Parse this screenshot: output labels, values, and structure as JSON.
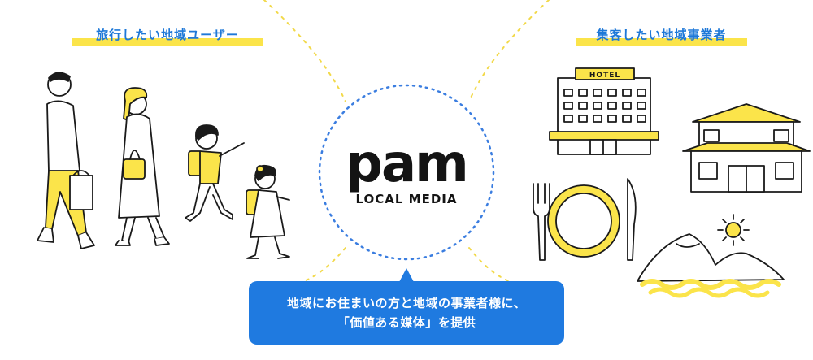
{
  "left_heading": "旅行したい地域ユーザー",
  "right_heading": "集客したい地域事業者",
  "logo": {
    "word": "pam",
    "subtitle": "LOCAL MEDIA"
  },
  "hotel_sign": "HOTEL",
  "callout": {
    "line1": "地域にお住まいの方と地域の事業者様に、",
    "line2": "「価値ある媒体」を提供"
  },
  "colors": {
    "accent_blue": "#1f7ae0",
    "heading_blue": "#1e78d8",
    "highlight_yellow": "#fbe44a",
    "dotted_yellow": "#f2d94a",
    "ink": "#141414"
  }
}
